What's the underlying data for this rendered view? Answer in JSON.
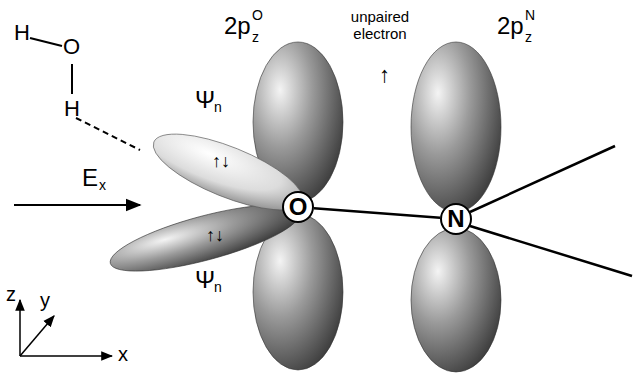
{
  "diagram": {
    "nodes": [
      {
        "text": [
          "O"
        ]
      },
      {
        "text": [
          "N"
        ]
      }
    ],
    "edges": [
      {
        "from": 0,
        "to": 1,
        "arrow": "none"
      }
    ],
    "labels": [
      "H",
      "O",
      "H",
      "2p",
      "z",
      "O",
      "unpaired electron",
      "↑",
      "2p",
      "z",
      "N",
      "Ψ",
      "n",
      "↑↓",
      "↑↓",
      "Ψ",
      "n",
      "E",
      "x",
      "z",
      "y",
      "x"
    ]
  }
}
